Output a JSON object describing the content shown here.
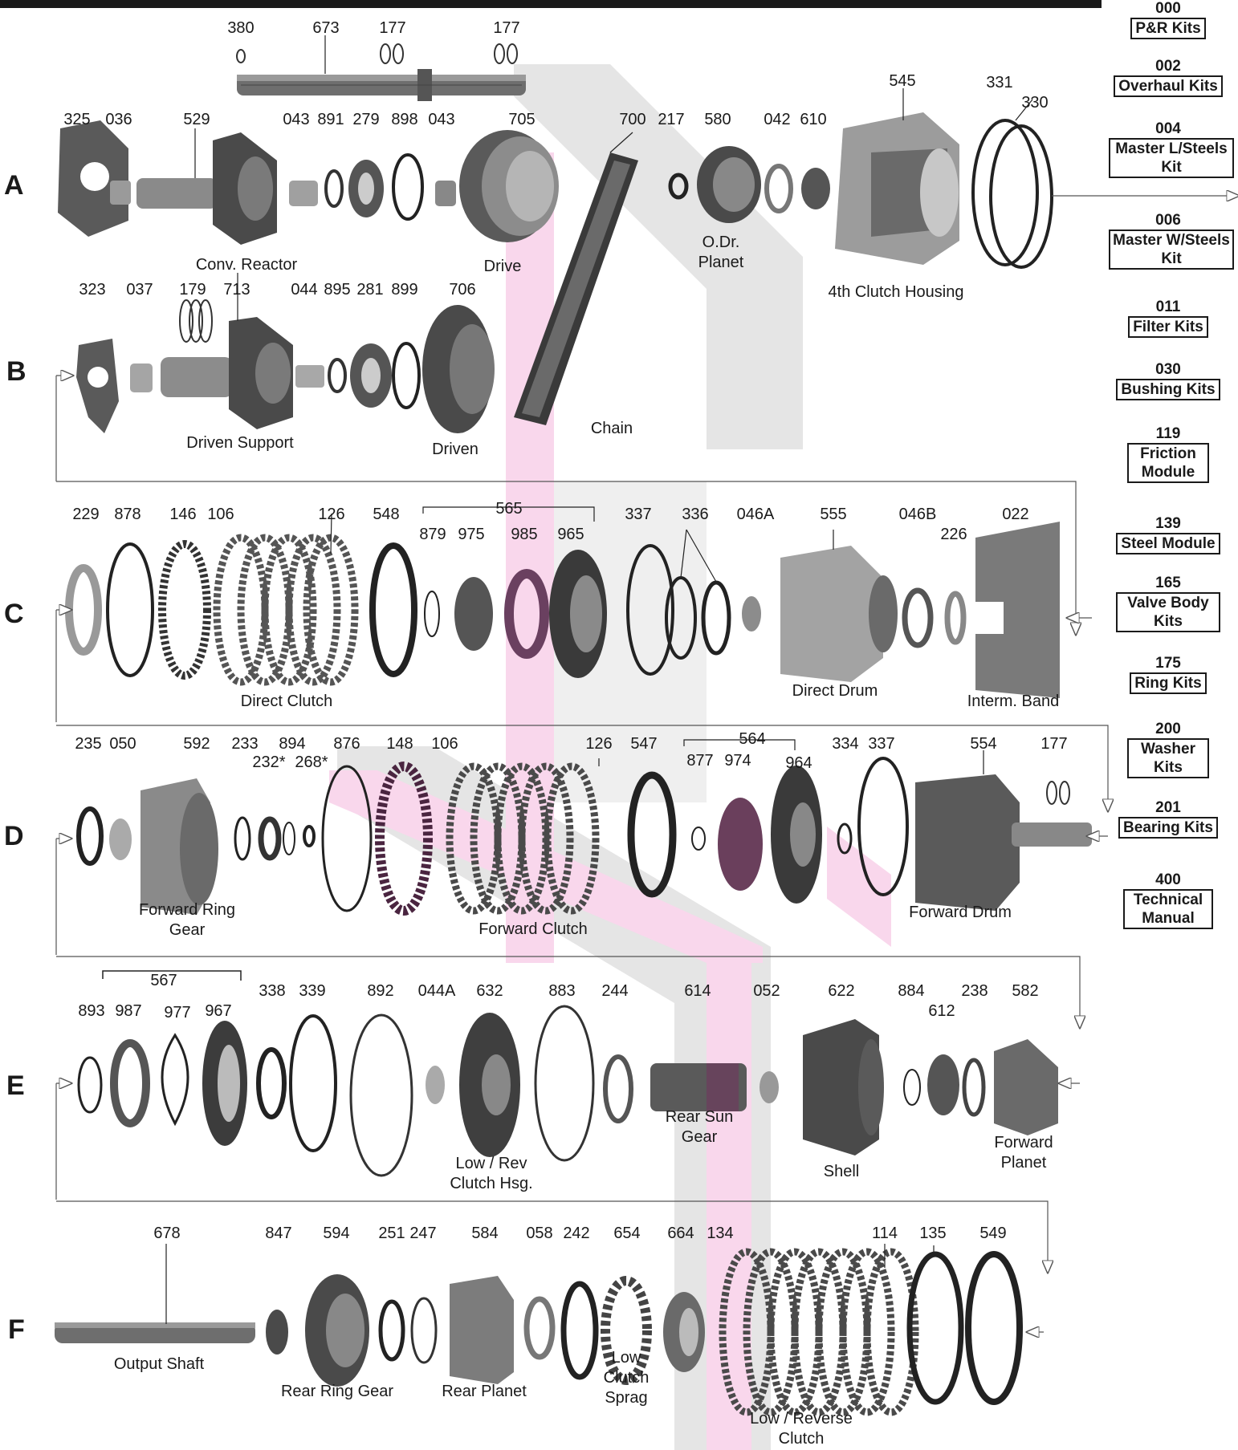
{
  "rows": [
    "A",
    "B",
    "C",
    "D",
    "E",
    "F"
  ],
  "kits": [
    {
      "code": "000",
      "name": "P&R Kits"
    },
    {
      "code": "002",
      "name": "Overhaul Kits"
    },
    {
      "code": "004",
      "name": "Master L/Steels Kit"
    },
    {
      "code": "006",
      "name": "Master W/Steels Kit"
    },
    {
      "code": "011",
      "name": "Filter Kits"
    },
    {
      "code": "030",
      "name": "Bushing Kits"
    },
    {
      "code": "119",
      "name": "Friction Module"
    },
    {
      "code": "139",
      "name": "Steel Module"
    },
    {
      "code": "165",
      "name": "Valve Body Kits"
    },
    {
      "code": "175",
      "name": "Ring Kits"
    },
    {
      "code": "200",
      "name": "Washer Kits"
    },
    {
      "code": "201",
      "name": "Bearing Kits"
    },
    {
      "code": "400",
      "name": "Technical Manual"
    }
  ],
  "part_numbers": {
    "top": [
      "380",
      "673",
      "177",
      "177"
    ],
    "A": [
      "325",
      "036",
      "529",
      "043",
      "891",
      "279",
      "898",
      "043",
      "705",
      "700",
      "217",
      "580",
      "042",
      "610",
      "545",
      "331",
      "330"
    ],
    "B": [
      "323",
      "037",
      "179",
      "713",
      "044",
      "895",
      "281",
      "899",
      "706"
    ],
    "C": [
      "229",
      "878",
      "146",
      "106",
      "126",
      "548",
      "565",
      "879",
      "975",
      "985",
      "965",
      "337",
      "336",
      "046A",
      "555",
      "046B",
      "226",
      "022"
    ],
    "D": [
      "235",
      "050",
      "592",
      "233",
      "232*",
      "894",
      "268*",
      "876",
      "148",
      "106",
      "126",
      "547",
      "564",
      "877",
      "974",
      "964",
      "334",
      "337",
      "554",
      "177"
    ],
    "E": [
      "567",
      "893",
      "987",
      "977",
      "967",
      "338",
      "339",
      "892",
      "044A",
      "632",
      "883",
      "244",
      "614",
      "052",
      "622",
      "884",
      "612",
      "238",
      "582"
    ],
    "F": [
      "678",
      "847",
      "594",
      "251",
      "247",
      "584",
      "058",
      "242",
      "654",
      "664",
      "134",
      "114",
      "135",
      "549"
    ]
  },
  "component_labels": {
    "A": [
      "Conv. Reactor",
      "Drive",
      "O.Dr. Planet",
      "4th Clutch Housing"
    ],
    "B": [
      "Driven Support",
      "Driven",
      "Chain"
    ],
    "C": [
      "Direct Clutch",
      "Direct Drum",
      "Interm. Band"
    ],
    "D": [
      "Forward Ring Gear",
      "Forward Clutch",
      "Forward Drum"
    ],
    "E": [
      "Rear Sun Gear",
      "Low / Rev Clutch Hsg.",
      "Shell",
      "Forward Planet"
    ],
    "F": [
      "Output Shaft",
      "Rear Ring Gear",
      "Rear Planet",
      "Low Clutch Sprag",
      "Low / Reverse Clutch"
    ]
  },
  "colors": {
    "ink": "#1a1a1a",
    "part_gray": "#4d4d4d",
    "part_light": "#b5b5b5",
    "watermark_pink": "#f4b6dc",
    "watermark_gray": "#cfcfcf"
  }
}
